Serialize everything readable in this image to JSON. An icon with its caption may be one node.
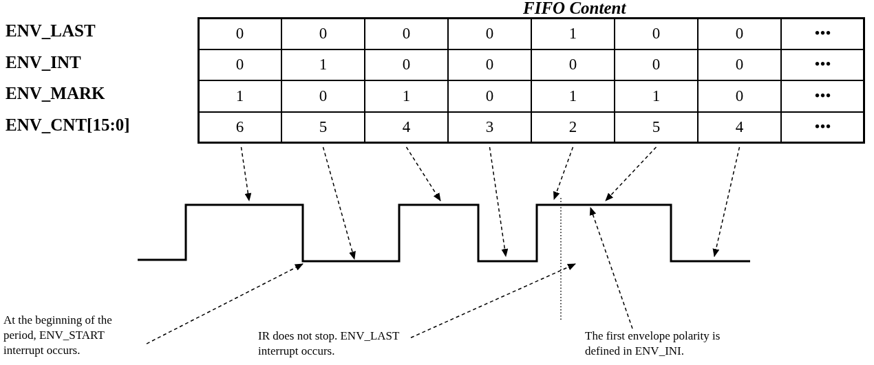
{
  "diagram": {
    "title": "FIFO Content",
    "nodes": [
      {
        "text": [
          "6"
        ]
      },
      {
        "text": [
          "5"
        ]
      },
      {
        "text": [
          "4"
        ]
      },
      {
        "text": [
          "3"
        ]
      },
      {
        "text": [
          "2"
        ]
      },
      {
        "text": [
          "5"
        ]
      },
      {
        "text": [
          "4"
        ]
      },
      {
        "text": [
          "At the beginning of the period, ENV_START interrupt occurs."
        ]
      },
      {
        "text": [
          "IR does not stop. ENV_LAST interrupt occurs."
        ]
      },
      {
        "text": [
          "The first envelope polarity is defined in ENV_INI."
        ]
      },
      {
        "text": [],
        "shape": "waveform"
      }
    ],
    "edges": [
      {
        "from": 0,
        "to": 10,
        "arrow": "to",
        "style": "dashed"
      },
      {
        "from": 1,
        "to": 10,
        "arrow": "to",
        "style": "dashed"
      },
      {
        "from": 2,
        "to": 10,
        "arrow": "to",
        "style": "dashed"
      },
      {
        "from": 3,
        "to": 10,
        "arrow": "to",
        "style": "dashed"
      },
      {
        "from": 4,
        "to": 10,
        "arrow": "to",
        "style": "dashed"
      },
      {
        "from": 5,
        "to": 10,
        "arrow": "to",
        "style": "dashed"
      },
      {
        "from": 6,
        "to": 10,
        "arrow": "to",
        "style": "dashed"
      },
      {
        "from": 7,
        "to": 10,
        "arrow": "to",
        "style": "dashed"
      },
      {
        "from": 8,
        "to": 10,
        "arrow": "to",
        "style": "dashed"
      },
      {
        "from": 9,
        "to": 10,
        "arrow": "to",
        "style": "dashed"
      }
    ],
    "labels": [
      "ENV_LAST",
      "0",
      "0",
      "0",
      "0",
      "1",
      "0",
      "0",
      "•••",
      "ENV_INT",
      "0",
      "1",
      "0",
      "0",
      "0",
      "0",
      "0",
      "•••",
      "ENV_MARK",
      "1",
      "0",
      "1",
      "0",
      "1",
      "1",
      "0",
      "•••",
      "ENV_CNT[15:0]",
      "•••"
    ]
  }
}
